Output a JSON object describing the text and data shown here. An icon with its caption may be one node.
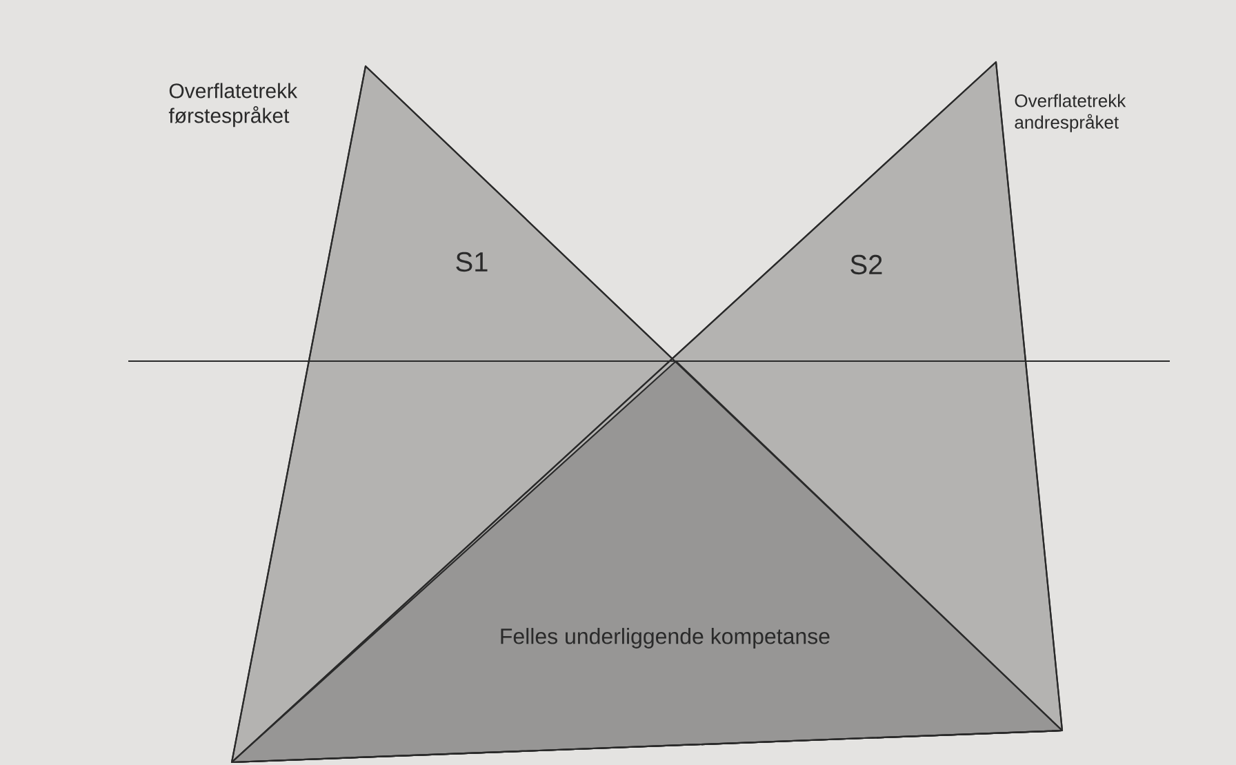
{
  "diagram": {
    "nodes": [
      {
        "text": [
          "Overflatetrekk førstespråket",
          "S1"
        ]
      },
      {
        "text": [
          "Overflatetrekk andrespråket",
          "S2"
        ]
      },
      {
        "text": [
          "Felles underliggende kompetanse"
        ]
      }
    ]
  }
}
